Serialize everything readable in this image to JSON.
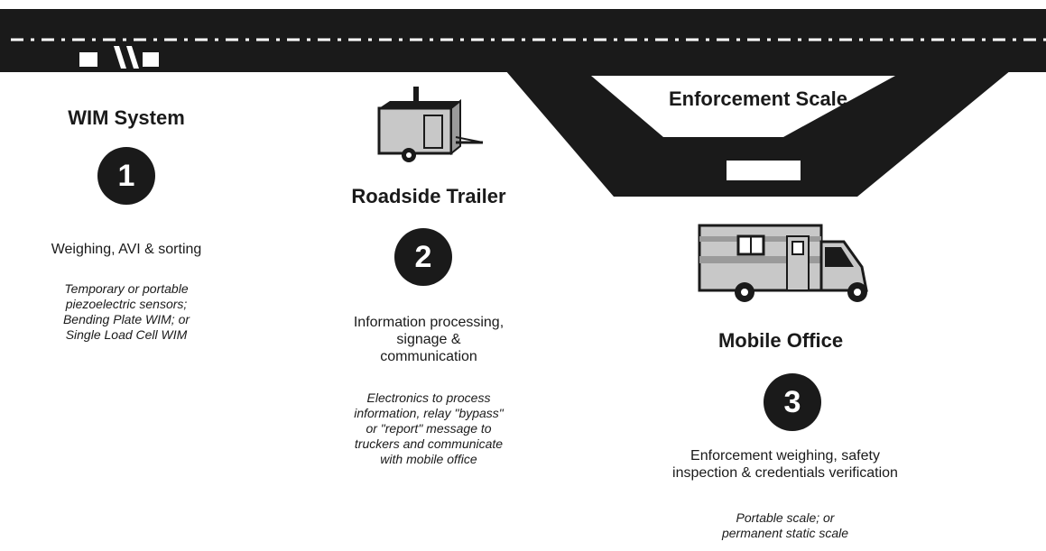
{
  "station1": {
    "heading": "WIM System",
    "number": "1",
    "desc": "Weighing, AVI & sorting",
    "details": [
      "Temporary or portable",
      "piezoelectric sensors;",
      "Bending Plate WIM; or",
      "Single Load Cell WIM"
    ]
  },
  "station2": {
    "heading": "Roadside Trailer",
    "number": "2",
    "desc": [
      "Information processing,",
      "signage &",
      "communication"
    ],
    "details": [
      "Electronics to process",
      "information, relay \"bypass\"",
      "or \"report\" message to",
      "truckers and communicate",
      "with mobile office"
    ]
  },
  "station3": {
    "heading": "Mobile Office",
    "number": "3",
    "desc": [
      "Enforcement weighing, safety",
      "inspection & credentials verification"
    ],
    "details": [
      "Portable scale; or",
      "permanent static scale"
    ]
  },
  "scale": {
    "label": "Enforcement Scale"
  },
  "colors": {
    "ink": "#1a1a1a",
    "vehicle_fill": "#c8c8c8",
    "paper": "#ffffff"
  }
}
